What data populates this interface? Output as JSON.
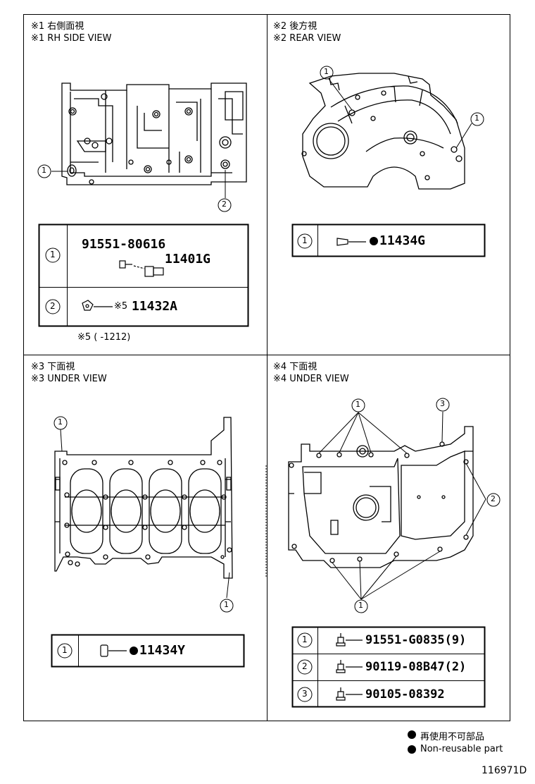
{
  "panels": {
    "p1": {
      "title_jp": "※1 右側面視",
      "title_en": "※1 RH SIDE VIEW",
      "callouts": [
        "1",
        "2"
      ],
      "table": [
        {
          "ref": "1",
          "part_a": "91551-80616",
          "part_b": "11401G"
        },
        {
          "ref": "2",
          "prefix": "※5",
          "part": "11432A"
        }
      ],
      "footnote": "※5 (      -1212)"
    },
    "p2": {
      "title_jp": "※2 後方視",
      "title_en": "※2 REAR VIEW",
      "callouts": [
        "1",
        "1"
      ],
      "table": [
        {
          "ref": "1",
          "part": "11434G"
        }
      ]
    },
    "p3": {
      "title_jp": "※3 下面視",
      "title_en": "※3 UNDER VIEW",
      "callouts": [
        "1",
        "1"
      ],
      "table": [
        {
          "ref": "1",
          "part": "11434Y"
        }
      ]
    },
    "p4": {
      "title_jp": "※4 下面視",
      "title_en": "※4 UNDER VIEW",
      "callouts": [
        "1",
        "3",
        "2",
        "1"
      ],
      "table": [
        {
          "ref": "1",
          "part": "91551-G0835(9)"
        },
        {
          "ref": "2",
          "part": "90119-08B47(2)"
        },
        {
          "ref": "3",
          "part": "90105-08392"
        }
      ]
    }
  },
  "legend": {
    "jp": "再使用不可部品",
    "en": "Non-reusable part"
  },
  "doc_id": "116971D"
}
